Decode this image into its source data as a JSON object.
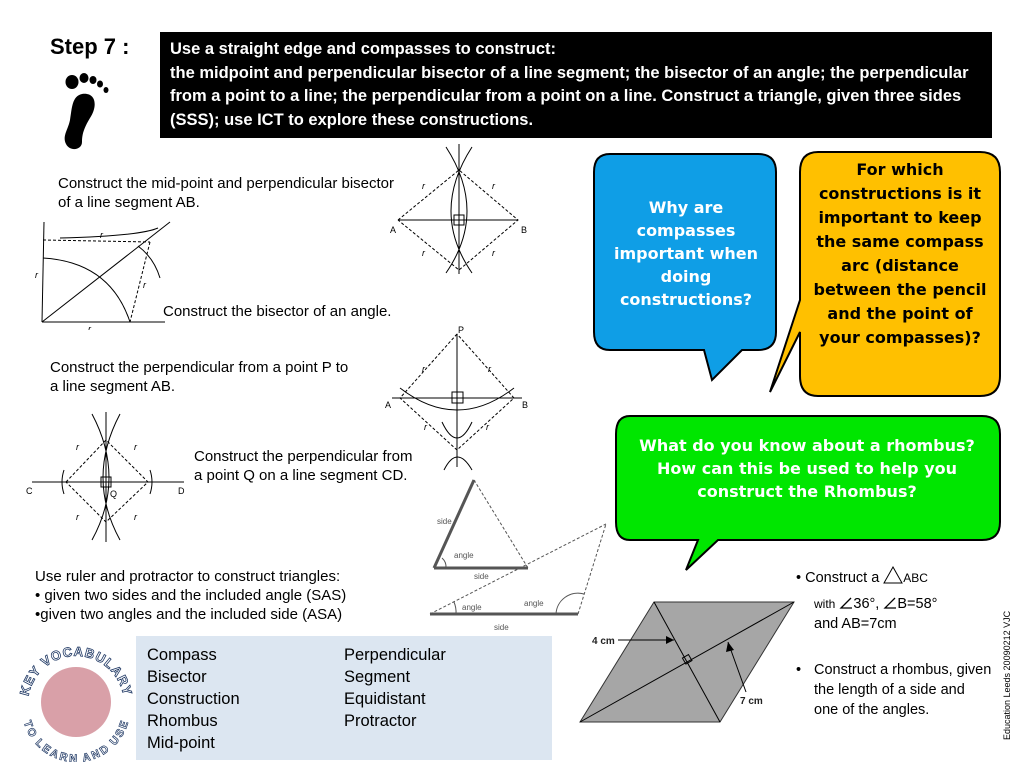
{
  "step": {
    "title": "Step 7 :"
  },
  "header": {
    "line1": "Use a straight edge and compasses to construct:",
    "line2": "the midpoint and perpendicular bisector of a line segment; the bisector of an angle; the perpendicular from a point to a line; the perpendicular from a point on a line. Construct a triangle, given three sides (SSS); use ICT to explore these constructions."
  },
  "captions": {
    "midpoint": "Construct the mid-point and perpendicular bisector of a line segment AB.",
    "angle_bisector": "Construct the bisector of an angle.",
    "perp_from_point": "Construct the perpendicular from a point P to a line segment AB.",
    "perp_on_line": "Construct the perpendicular from a point Q on a line segment CD.",
    "triangles_title": "Use ruler and protractor to construct triangles:",
    "triangles_sas": "• given two sides and the included angle (SAS)",
    "triangles_asa": "•given two angles and the included side (ASA)"
  },
  "bubbles": {
    "blue": "Why are compasses important when doing constructions?",
    "orange": "For which constructions is it important to keep the same compass arc (distance between the pencil and the point of your compasses)?",
    "green_q1": "What do you know about a rhombus?",
    "green_q2": "How can this be used to help you construct the Rhombus?"
  },
  "diagram_labels": {
    "r": "r",
    "A": "A",
    "B": "B",
    "P": "P",
    "C": "C",
    "D": "D",
    "Q": "Q",
    "side": "side",
    "angle": "angle",
    "four_cm": "4 cm",
    "seven_cm": "7 cm"
  },
  "tasks": {
    "construct_prefix": "Construct a",
    "abc": "ABC",
    "with": "with",
    "angle_a": "36°,",
    "angle_b": "B=58°",
    "and_ab": "and AB=7cm",
    "rhombus": "Construct a rhombus, given the length of a side and one of the angles."
  },
  "vocab": {
    "badge_top": "KEY VOCABULARY",
    "badge_bottom": "TO LEARN AND USE",
    "col1": [
      "Compass",
      "Bisector",
      "Construction",
      "Rhombus",
      "Mid-point"
    ],
    "col2": [
      "Perpendicular",
      "Segment",
      "Equidistant",
      "Protractor"
    ]
  },
  "credit": "Education Leeds 20090212 VJC",
  "colors": {
    "blue_bubble": "#0f9ee6",
    "orange_bubble": "#ffc000",
    "green_bubble": "#00e600",
    "vocab_bg": "#dce6f1",
    "badge_circle": "#d9a0a8",
    "rhombus_fill": "#a6a6a6"
  },
  "icons": {
    "step": "footprint-icon"
  }
}
